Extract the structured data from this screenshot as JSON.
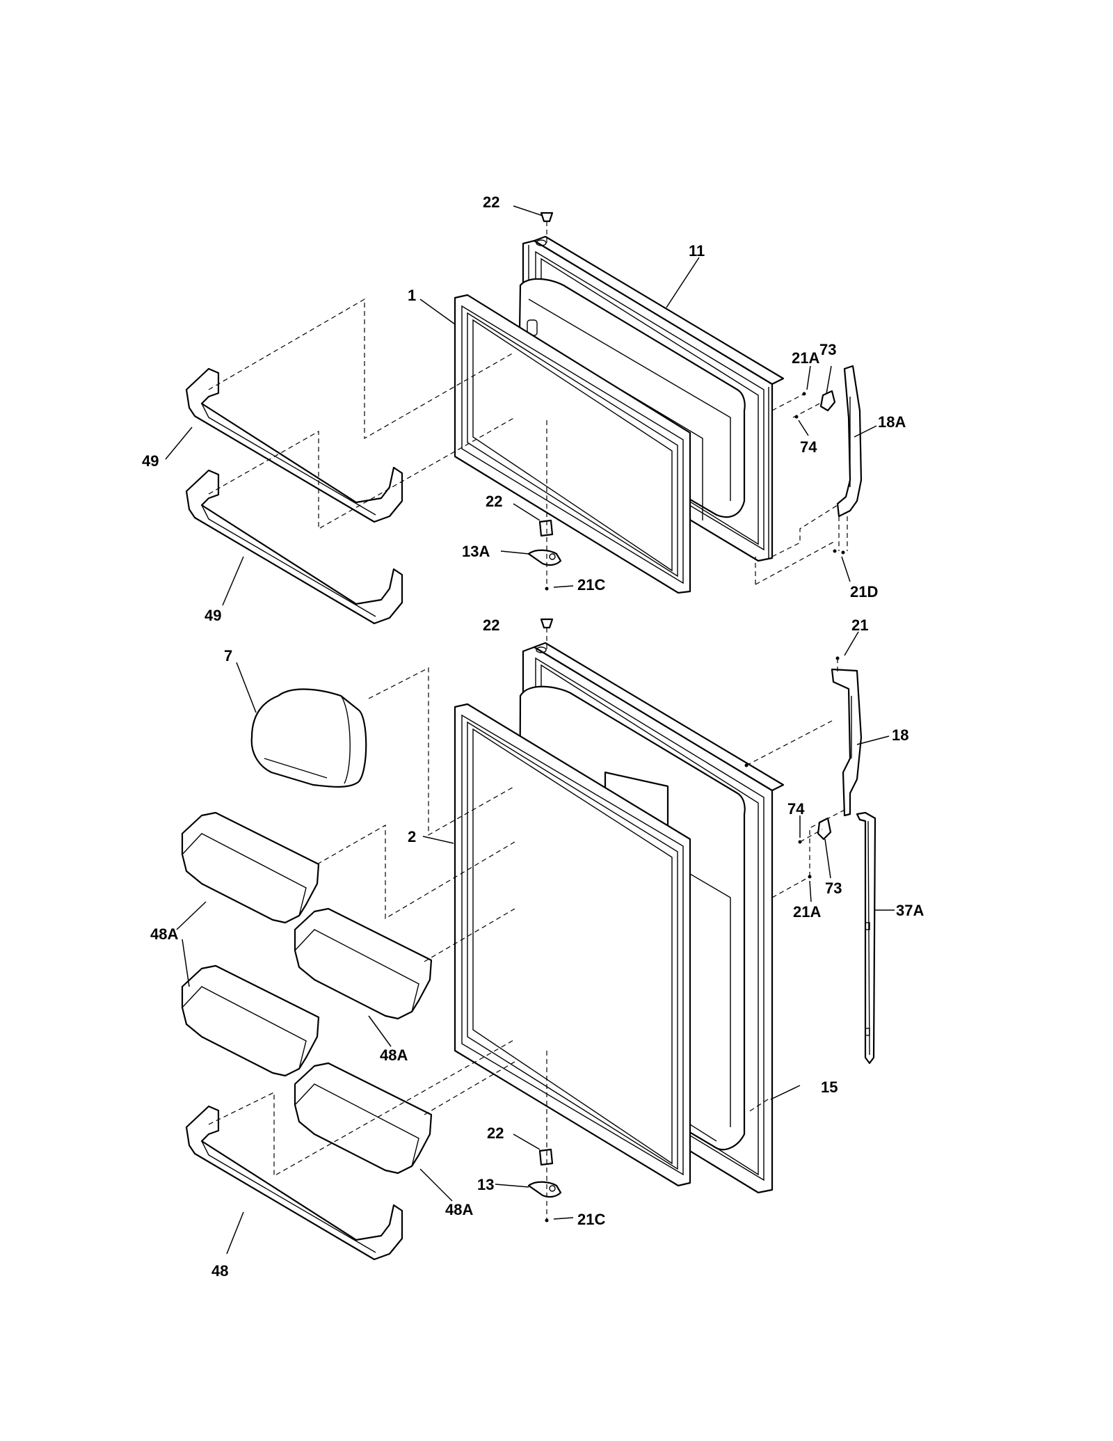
{
  "callouts": {
    "c22a": "22",
    "c11": "11",
    "c1": "1",
    "c21a_top": "21A",
    "c73_top": "73",
    "c18a": "18A",
    "c74_top": "74",
    "c49a": "49",
    "c22b": "22",
    "c13a": "13A",
    "c21c_top": "21C",
    "c21d": "21D",
    "c49b": "49",
    "c22c": "22",
    "c21": "21",
    "c7": "7",
    "c18": "18",
    "c2": "2",
    "c74_bot": "74",
    "c73_bot": "73",
    "c21a_bot": "21A",
    "c37a": "37A",
    "c48a_1": "48A",
    "c48a_2": "48A",
    "c15": "15",
    "c22d": "22",
    "c13": "13",
    "c48a_3": "48A",
    "c21c_bot": "21C",
    "c48": "48"
  }
}
